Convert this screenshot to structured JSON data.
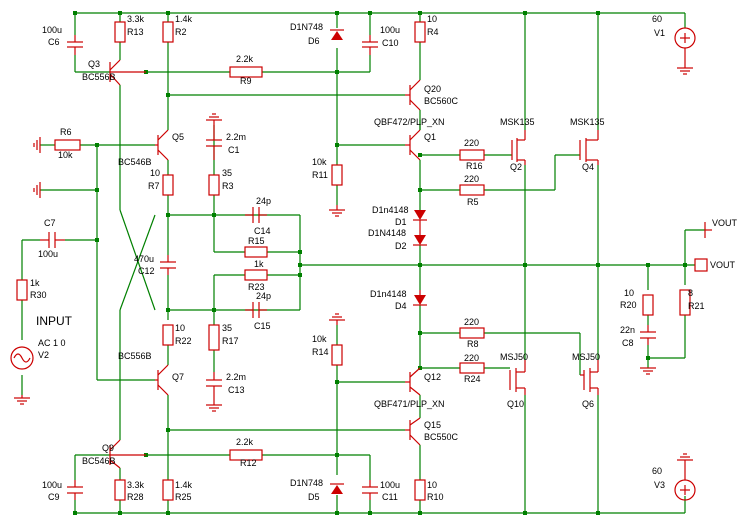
{
  "components": {
    "C6": {
      "value": "100u",
      "ref": "C6"
    },
    "R13": {
      "value": "3.3k",
      "ref": "R13"
    },
    "R2": {
      "value": "1.4k",
      "ref": "R2"
    },
    "D6": {
      "value": "D1N748",
      "ref": "D6"
    },
    "C10": {
      "value": "100u",
      "ref": "C10"
    },
    "R4": {
      "value": "10",
      "ref": "R4"
    },
    "V1": {
      "value": "60",
      "ref": "V1"
    },
    "Q3": {
      "ref": "Q3",
      "part": "BC556B"
    },
    "R9": {
      "value": "2.2k",
      "ref": "R9"
    },
    "Q20": {
      "ref": "Q20",
      "part": "BC560C"
    },
    "Q1": {
      "ref": "Q1",
      "part": "QBF472/PLP_XN"
    },
    "Q2": {
      "ref": "Q2",
      "part": "MSK135"
    },
    "Q4": {
      "ref": "Q4",
      "part": "MSK135"
    },
    "R6": {
      "value": "10k",
      "ref": "R6"
    },
    "Q5": {
      "ref": "Q5",
      "part": "BC546B"
    },
    "C1": {
      "value": "2.2m",
      "ref": "C1"
    },
    "R7": {
      "value": "10",
      "ref": "R7"
    },
    "R3": {
      "value": "35",
      "ref": "R3"
    },
    "R11": {
      "value": "10k",
      "ref": "R11"
    },
    "R16": {
      "value": "220",
      "ref": "R16"
    },
    "R5": {
      "value": "220",
      "ref": "R5"
    },
    "C7": {
      "value": "100u",
      "ref": "C7"
    },
    "C14": {
      "value": "24p",
      "ref": "C14"
    },
    "D1": {
      "value": "D1n4148",
      "ref": "D1"
    },
    "D2": {
      "value": "D1N4148",
      "ref": "D2"
    },
    "R15": {
      "value": "1k",
      "ref": "R15"
    },
    "C12": {
      "value": "470u",
      "ref": "C12"
    },
    "R23": {
      "value": "1k",
      "ref": "R23"
    },
    "C15": {
      "value": "24p",
      "ref": "C15"
    },
    "D4": {
      "value": "D1n4148",
      "ref": "D4"
    },
    "R30": {
      "value": "1k",
      "ref": "R30"
    },
    "V2": {
      "value": "AC 1 0",
      "ref": "V2"
    },
    "R22": {
      "value": "10",
      "ref": "R22"
    },
    "R17": {
      "value": "35",
      "ref": "R17"
    },
    "R14": {
      "value": "10k",
      "ref": "R14"
    },
    "R8": {
      "value": "220",
      "ref": "R8"
    },
    "R24": {
      "value": "220",
      "ref": "R24"
    },
    "Q10": {
      "ref": "Q10",
      "part": "MSJ50"
    },
    "Q6": {
      "ref": "Q6",
      "part": "MSJ50"
    },
    "R20": {
      "value": "10",
      "ref": "R20"
    },
    "C8": {
      "value": "22n",
      "ref": "C8"
    },
    "R21": {
      "value": "8",
      "ref": "R21"
    },
    "Q7": {
      "ref": "Q7",
      "part": "BC556B"
    },
    "C13": {
      "value": "2.2m",
      "ref": "C13"
    },
    "Q12": {
      "ref": "Q12",
      "part": "QBF471/PLP_XN"
    },
    "Q15": {
      "ref": "Q15",
      "part": "BC550C"
    },
    "Q9": {
      "ref": "Q9",
      "part": "BC546B"
    },
    "R12": {
      "value": "2.2k",
      "ref": "R12"
    },
    "C9": {
      "value": "100u",
      "ref": "C9"
    },
    "R28": {
      "value": "3.3k",
      "ref": "R28"
    },
    "R25": {
      "value": "1.4k",
      "ref": "R25"
    },
    "D5": {
      "value": "D1N748",
      "ref": "D5"
    },
    "C11": {
      "value": "100u",
      "ref": "C11"
    },
    "R10": {
      "value": "10",
      "ref": "R10"
    },
    "V3": {
      "value": "60",
      "ref": "V3"
    }
  },
  "labels": {
    "input": "INPUT",
    "vout_net": "VOUT",
    "vout_port": "VOUT"
  },
  "colors": {
    "wire": "#008000",
    "part": "#cc0000",
    "text": "#000000"
  }
}
